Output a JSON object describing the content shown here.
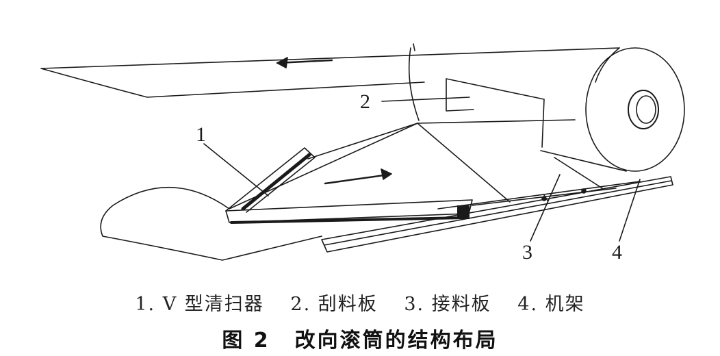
{
  "callouts": {
    "c1": "1",
    "c2": "2",
    "c3": "3",
    "c4": "4"
  },
  "legend": {
    "item1": "1. V 型清扫器",
    "item2": "2. 刮料板",
    "item3": "3. 接料板",
    "item4": "4. 机架"
  },
  "caption": {
    "figure_number": "图 2",
    "title": "改向滚筒的结构布局"
  },
  "colors": {
    "ink": "#1a1a1a",
    "paper": "#ffffff"
  }
}
